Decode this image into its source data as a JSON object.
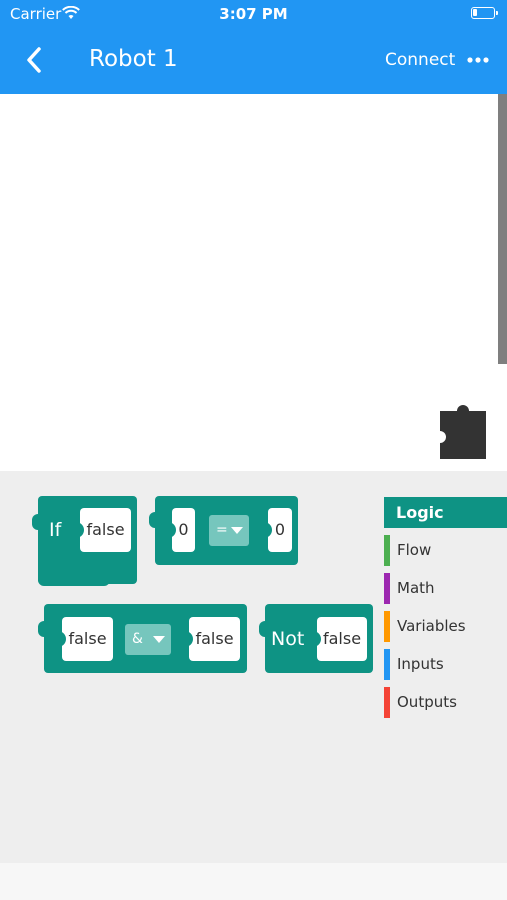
{
  "status_bar": {
    "carrier": "Carrier",
    "time": "3:07 PM"
  },
  "nav": {
    "title": "Robot 1",
    "connect_label": "Connect",
    "back_icon": "chevron-left-icon",
    "more_icon": "ellipsis-icon"
  },
  "workspace": {
    "tool_icon": "puzzle-piece-icon"
  },
  "blocks": {
    "if_label": "If",
    "if_value": "false",
    "compare_left": "0",
    "compare_op": "=",
    "compare_right": "0",
    "and_left": "false",
    "and_op": "&",
    "and_right": "false",
    "not_label": "Not",
    "not_value": "false"
  },
  "categories": {
    "active": "Logic",
    "items": [
      {
        "label": "Flow",
        "color": "#4caf50"
      },
      {
        "label": "Math",
        "color": "#9c27b0"
      },
      {
        "label": "Variables",
        "color": "#ff9800"
      },
      {
        "label": "Inputs",
        "color": "#2196f3"
      },
      {
        "label": "Outputs",
        "color": "#f44336"
      }
    ]
  },
  "colors": {
    "accent": "#2196f3",
    "block": "#0e9384"
  }
}
